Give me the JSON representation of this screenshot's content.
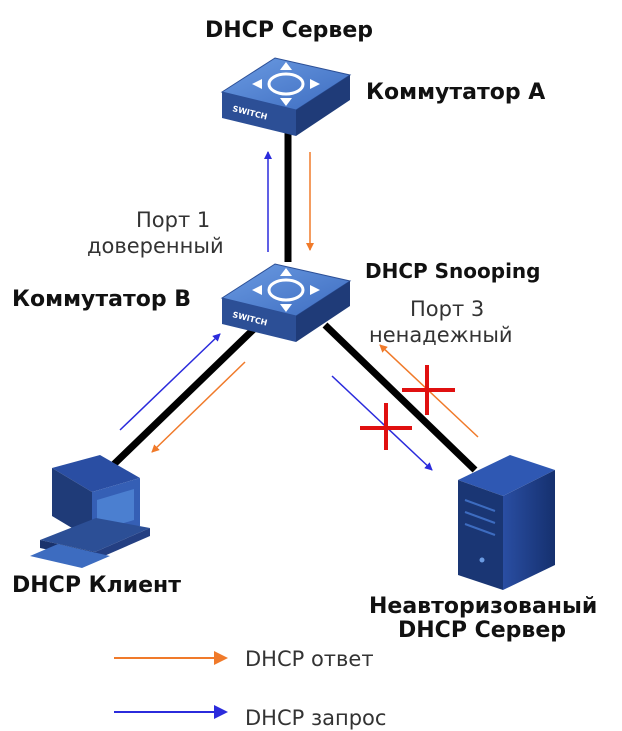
{
  "diagram": {
    "top_title": "DHCP Сервер",
    "switch_a_label": "Коммутатор A",
    "switch_b_label": "Коммутатор B",
    "snooping_label": "DHCP Snooping",
    "port1_line1": "Порт 1",
    "port1_line2": "доверенный",
    "port3_line1": "Порт 3",
    "port3_line2": "ненадежный",
    "client_label": "DHCP Клиент",
    "rogue_line1": "Неавторизованый",
    "rogue_line2": "DHCP Сервер",
    "switch_badge": "SWITCH"
  },
  "legend": {
    "reply_label": "DHCP ответ",
    "request_label": "DHCP запрос"
  },
  "colors": {
    "reply": "#f07a2a",
    "request": "#2b2bdc",
    "block": "#e01010",
    "switch_top": "#4b7fd0",
    "switch_side": "#2c4f96",
    "server": "#1d3f8f"
  }
}
